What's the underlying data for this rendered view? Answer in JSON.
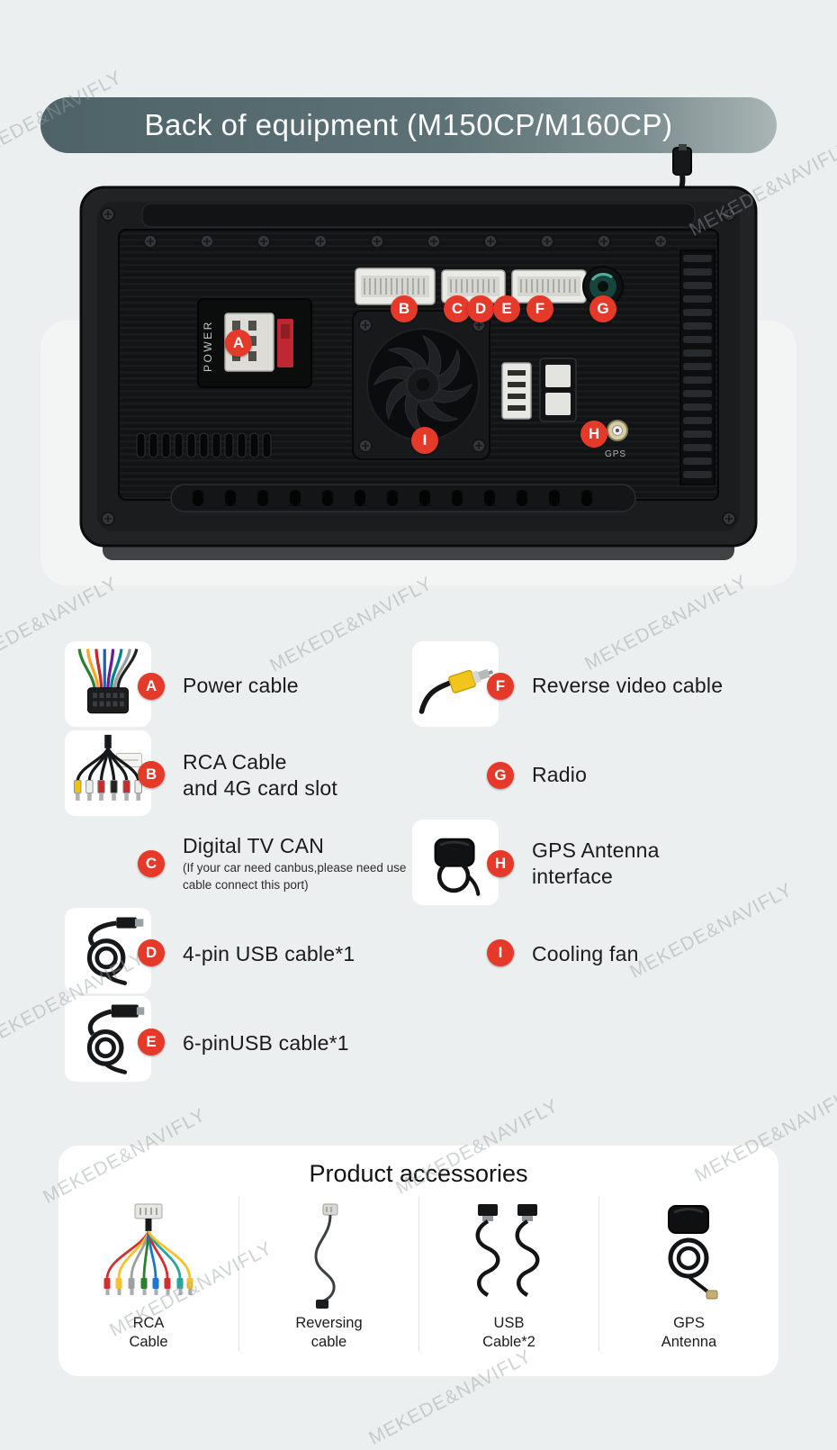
{
  "banner": {
    "title": "Back of equipment (M150CP/M160CP)"
  },
  "watermark": {
    "text": "MEKEDE&NAVIFLY"
  },
  "device": {
    "power_print": "POWER",
    "gps_print": "GPS",
    "callouts": {
      "a": "A",
      "b": "B",
      "c": "C",
      "d": "D",
      "e": "E",
      "f": "F",
      "g": "G",
      "h": "H",
      "i": "I"
    }
  },
  "legend": {
    "left": [
      {
        "id": "A",
        "line1": "Power cable"
      },
      {
        "id": "B",
        "line1": "RCA Cable",
        "line2": "and 4G card slot"
      },
      {
        "id": "C",
        "line1": "Digital TV CAN",
        "note": "(If your car need canbus,please need use cable connect this port)"
      },
      {
        "id": "D",
        "line1": "4-pin USB cable*1"
      },
      {
        "id": "E",
        "line1": "6-pinUSB cable*1"
      }
    ],
    "right": [
      {
        "id": "F",
        "line1": "Reverse video cable"
      },
      {
        "id": "G",
        "line1": "Radio"
      },
      {
        "id": "H",
        "line1": "GPS Antenna",
        "line2": "interface"
      },
      {
        "id": "I",
        "line1": "Cooling fan"
      }
    ]
  },
  "accessories": {
    "title": "Product accessories",
    "items": [
      {
        "line1": "RCA",
        "line2": "Cable"
      },
      {
        "line1": "Reversing",
        "line2": "cable"
      },
      {
        "line1": "USB",
        "line2": "Cable*2"
      },
      {
        "line1": "GPS",
        "line2": "Antenna"
      }
    ]
  }
}
